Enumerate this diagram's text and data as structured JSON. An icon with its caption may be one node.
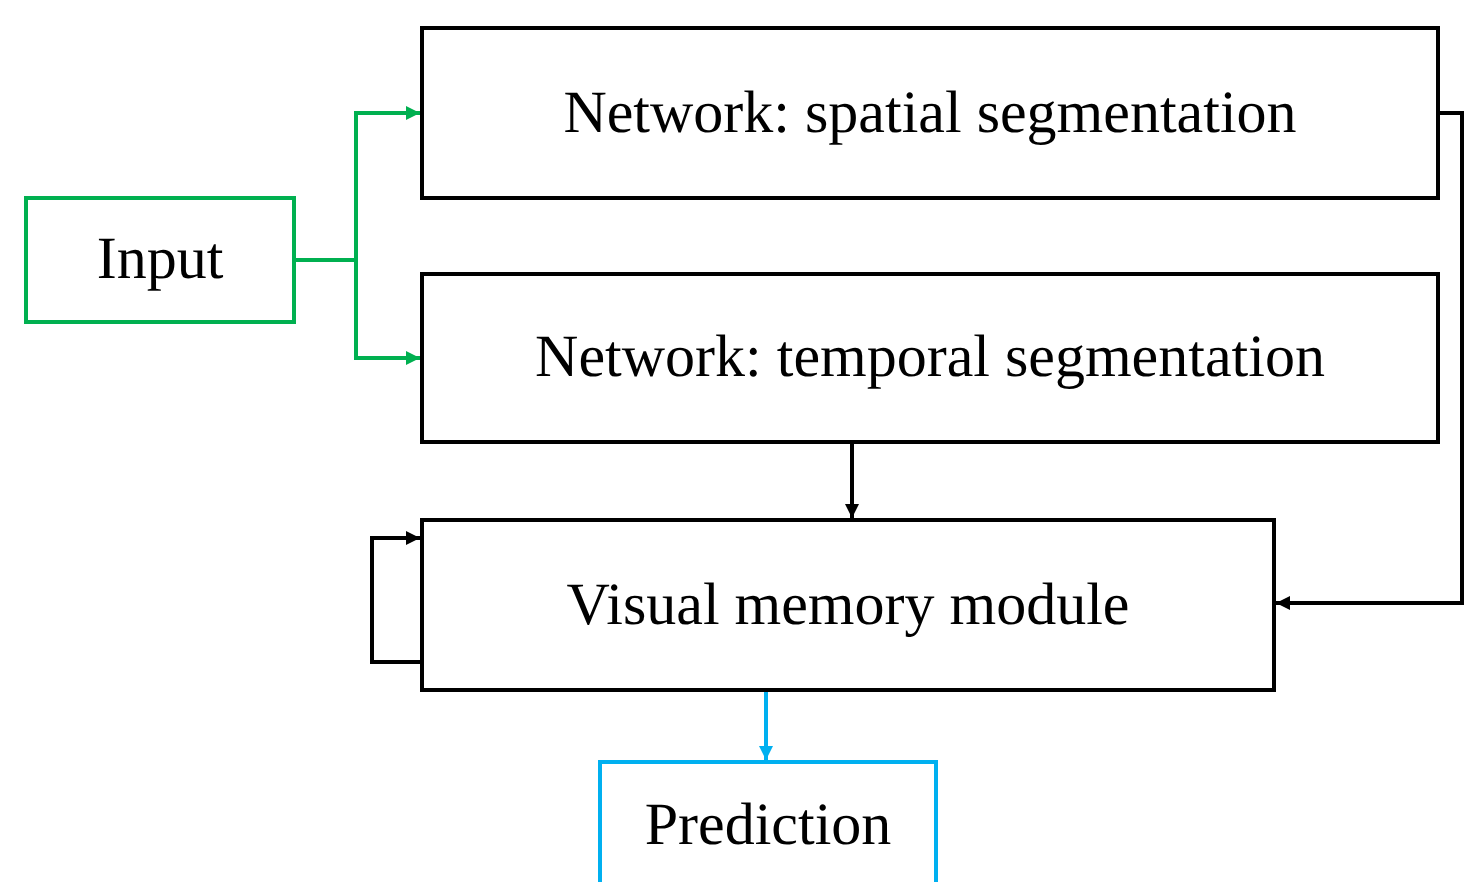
{
  "diagram": {
    "nodes": [
      {
        "text": [
          "Input"
        ]
      },
      {
        "text": [
          "Network: spatial segmentation"
        ]
      },
      {
        "text": [
          "Network: temporal segmentation"
        ]
      },
      {
        "text": [
          "Visual memory module"
        ]
      },
      {
        "text": [
          "Prediction"
        ]
      }
    ],
    "edges": [
      {
        "from": 0,
        "to": 1,
        "arrow": "to",
        "color": "#00b050"
      },
      {
        "from": 0,
        "to": 2,
        "arrow": "to",
        "color": "#00b050"
      },
      {
        "from": 2,
        "to": 3,
        "arrow": "to"
      },
      {
        "from": 3,
        "to": 3,
        "arrow": "to"
      },
      {
        "from": 1,
        "to": 3,
        "arrow": "to"
      },
      {
        "from": 3,
        "to": 4,
        "arrow": "to",
        "color": "#00b0f0"
      }
    ]
  }
}
